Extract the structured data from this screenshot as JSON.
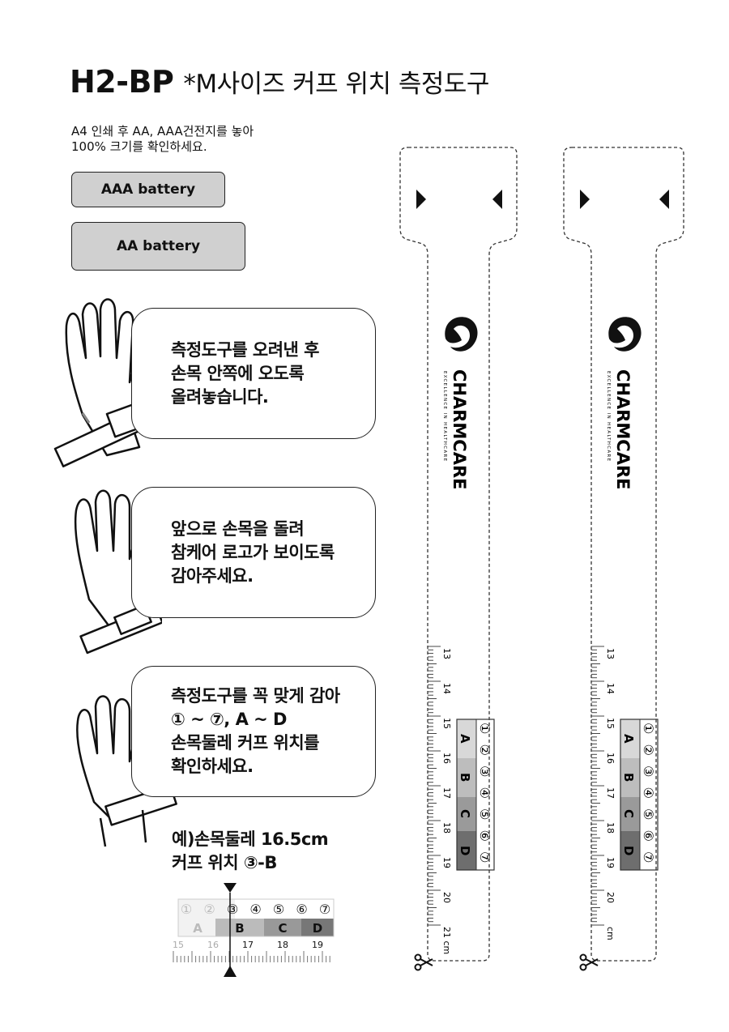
{
  "title": {
    "model": "H2-BP",
    "subtitle": "*M사이즈 커프 위치 측정도구"
  },
  "instructions": {
    "line1": "A4 인쇄 후 AA, AAA건전지를 놓아",
    "line2": "100% 크기를 확인하세요."
  },
  "battery": {
    "aaa": "AAA battery",
    "aa": "AA battery"
  },
  "steps": [
    {
      "lines": [
        "측정도구를 오려낸 후",
        "손목 안쪽에 오도록",
        "올려놓습니다."
      ]
    },
    {
      "lines": [
        "앞으로 손목을 돌려",
        "참케어 로고가 보이도록",
        "감아주세요."
      ]
    },
    {
      "lines": [
        "측정도구를 꼭 맞게 감아",
        "① ~ ⑦, A ~ D",
        "손목둘레 커프 위치를",
        "확인하세요."
      ]
    }
  ],
  "example": {
    "line1": "예)손목둘레 16.5cm",
    "line2": "커프 위치 ③-B",
    "positions": [
      "①",
      "②",
      "③",
      "④",
      "⑤",
      "⑥",
      "⑦"
    ],
    "letters": [
      "A",
      "B",
      "C",
      "D"
    ],
    "scale": [
      "15",
      "16",
      "17",
      "18",
      "19"
    ]
  },
  "strip": {
    "brand": "CHARMCARE",
    "tagline": "EXCELLENCE IN HEALTHCARE",
    "scale": [
      "13",
      "14",
      "15",
      "16",
      "17",
      "18",
      "19",
      "20",
      "21 cm"
    ],
    "scale2": [
      "13",
      "14",
      "15",
      "16",
      "17",
      "18",
      "19",
      "20",
      "cm"
    ],
    "positions": [
      "①",
      "②",
      "③",
      "④",
      "⑤",
      "⑥",
      "⑦"
    ],
    "letters": [
      "A",
      "B",
      "C",
      "D"
    ]
  }
}
